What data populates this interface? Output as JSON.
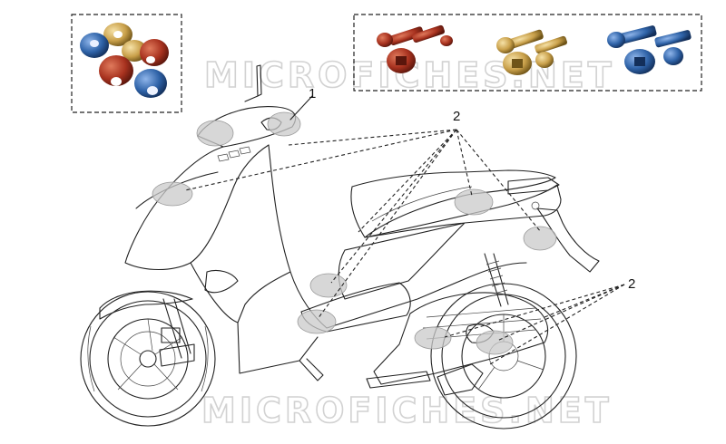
{
  "callouts": {
    "label_1": "1",
    "label_2_upper": "2",
    "label_2_lower": "2"
  },
  "watermarks": {
    "top": "MICROFICHES.NET",
    "bottom": "MICROFICHES.NET"
  },
  "colors": {
    "red_anodized": "#a8321f",
    "gold_anodized": "#c9a04a",
    "blue_anodized": "#2f63a8",
    "highlight_spot": "#c9c9c9"
  },
  "icons": {
    "kit_bar_ends": "bar-end-weights-icon",
    "kit_bolts": "anodized-bolts-icon"
  }
}
